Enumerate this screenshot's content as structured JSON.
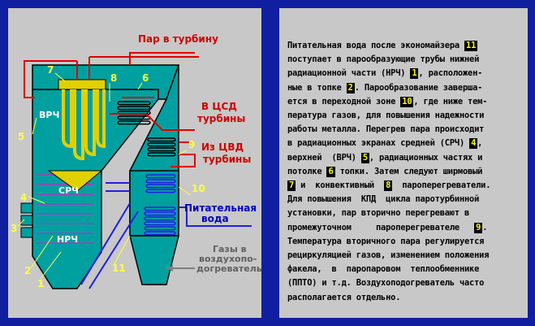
{
  "diagram": {
    "labels": {
      "steam_to_turbine": "Пар в турбину",
      "to_csd_line1": "В ЦСД",
      "to_csd_line2": "турбины",
      "from_cvd_line1": "Из ЦВД",
      "from_cvd_line2": "турбины",
      "feed_water_line1": "Питательная",
      "feed_water_line2": "вода",
      "gases_line1": "Газы в",
      "gases_line2": "воздухопо-",
      "gases_line3": "догреватель",
      "vrch": "ВРЧ",
      "srch": "СРЧ",
      "nrch": "НРЧ"
    },
    "numbers": [
      "1",
      "2",
      "3",
      "4",
      "5",
      "6",
      "7",
      "8",
      "9",
      "10",
      "11"
    ],
    "colors": {
      "water": "#00a0a0",
      "steam": "#e00000",
      "feed": "#2020e0",
      "label_yellow": "#ffff40",
      "text_red": "#d00000",
      "text_blue": "#0000c0",
      "panel": "#c8c8c8",
      "frame": "#0f1fa0"
    }
  },
  "description": {
    "lines": [
      [
        {
          "t": "Питательная вода после экономайзера "
        },
        {
          "n": "11"
        }
      ],
      [
        {
          "t": "поступает в парообразующие трубы нижней"
        }
      ],
      [
        {
          "t": "радиационной части (НРЧ) "
        },
        {
          "n": "1"
        },
        {
          "t": ", расположен-"
        }
      ],
      [
        {
          "t": "ные в топке "
        },
        {
          "n": "2"
        },
        {
          "t": ". Парообразование заверша-"
        }
      ],
      [
        {
          "t": "ется в переходной зоне "
        },
        {
          "n": "10"
        },
        {
          "t": ", где ниже тем-"
        }
      ],
      [
        {
          "t": "пература газов, для повышения надежности"
        }
      ],
      [
        {
          "t": "работы металла. Перегрев пара происходит"
        }
      ],
      [
        {
          "t": "в радиационных экранах средней (СРЧ) "
        },
        {
          "n": "4"
        },
        {
          "t": ","
        }
      ],
      [
        {
          "t": "верхней  (ВРЧ) "
        },
        {
          "n": "5"
        },
        {
          "t": ", радиационных частях и"
        }
      ],
      [
        {
          "t": "потолке "
        },
        {
          "n": "6"
        },
        {
          "t": " топки. Затем следуют ширмовый"
        }
      ],
      [
        {
          "n": "7"
        },
        {
          "t": " и  конвективный  "
        },
        {
          "n": "8"
        },
        {
          "t": "  пароперегреватели."
        }
      ],
      [
        {
          "t": "Для повышения  КПД  цикла паротурбинной"
        }
      ],
      [
        {
          "t": "установки, пар вторично перегревают в"
        }
      ],
      [
        {
          "t": "промежуточном     пароперегревателе   "
        },
        {
          "n": "9"
        },
        {
          "t": "."
        }
      ],
      [
        {
          "t": "Температура вторичного пара регулируется"
        }
      ],
      [
        {
          "t": "рециркуляцией газов, изменением положения"
        }
      ],
      [
        {
          "t": "факела,  в  паропаровом  теплообменнике"
        }
      ],
      [
        {
          "t": "(ППТО) и т.д. Воздухоподогреватель часто"
        }
      ],
      [
        {
          "t": "располагается отдельно."
        }
      ]
    ]
  }
}
